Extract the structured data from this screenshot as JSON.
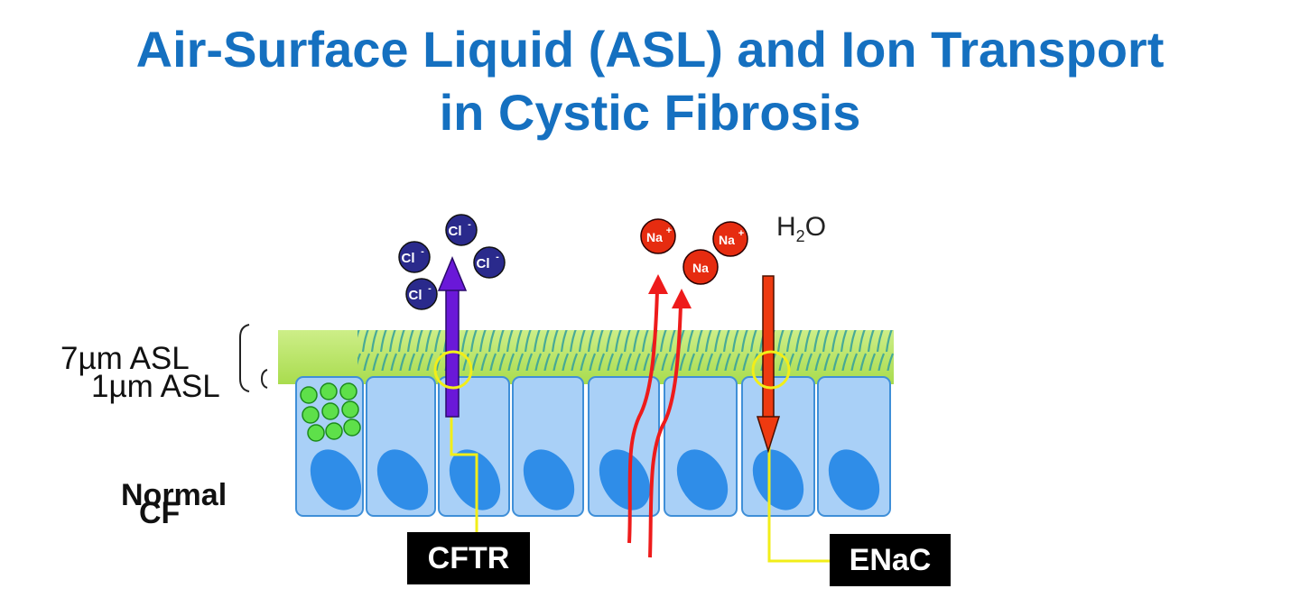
{
  "title": {
    "line1": "Air-Surface Liquid (ASL) and Ion Transport",
    "line2": "in Cystic Fibrosis"
  },
  "labels": {
    "asl_normal": "7µm ASL",
    "asl_cf": "1µm ASL",
    "condition_normal": "Normal",
    "condition_cf": "CF",
    "water": "H",
    "water_sub": "2",
    "water_suffix": "O"
  },
  "transporters": {
    "cftr": "CFTR",
    "enac": "ENaC"
  },
  "ions": {
    "chloride": [
      "Cl",
      "Cl",
      "Cl",
      "Cl"
    ],
    "chloride_charge": "-",
    "sodium": [
      "Na",
      "Na",
      "Na"
    ],
    "sodium_charge": "+"
  },
  "colors": {
    "title": "#1570c0",
    "asl_layer": "#bde86a",
    "cilia": "#3aa39a",
    "cell_fill": "#a9d0f7",
    "cell_stroke": "#3f8fd8",
    "nucleus": "#2f8de8",
    "mucus_granule": "#5ee04a",
    "cftr_arrow": "#6a18d8",
    "sodium_arrow": "#ee1b1b",
    "chloride_ion": "#2a2a8c",
    "sodium_ion": "#e62c10",
    "marker": "#f2ee18"
  }
}
